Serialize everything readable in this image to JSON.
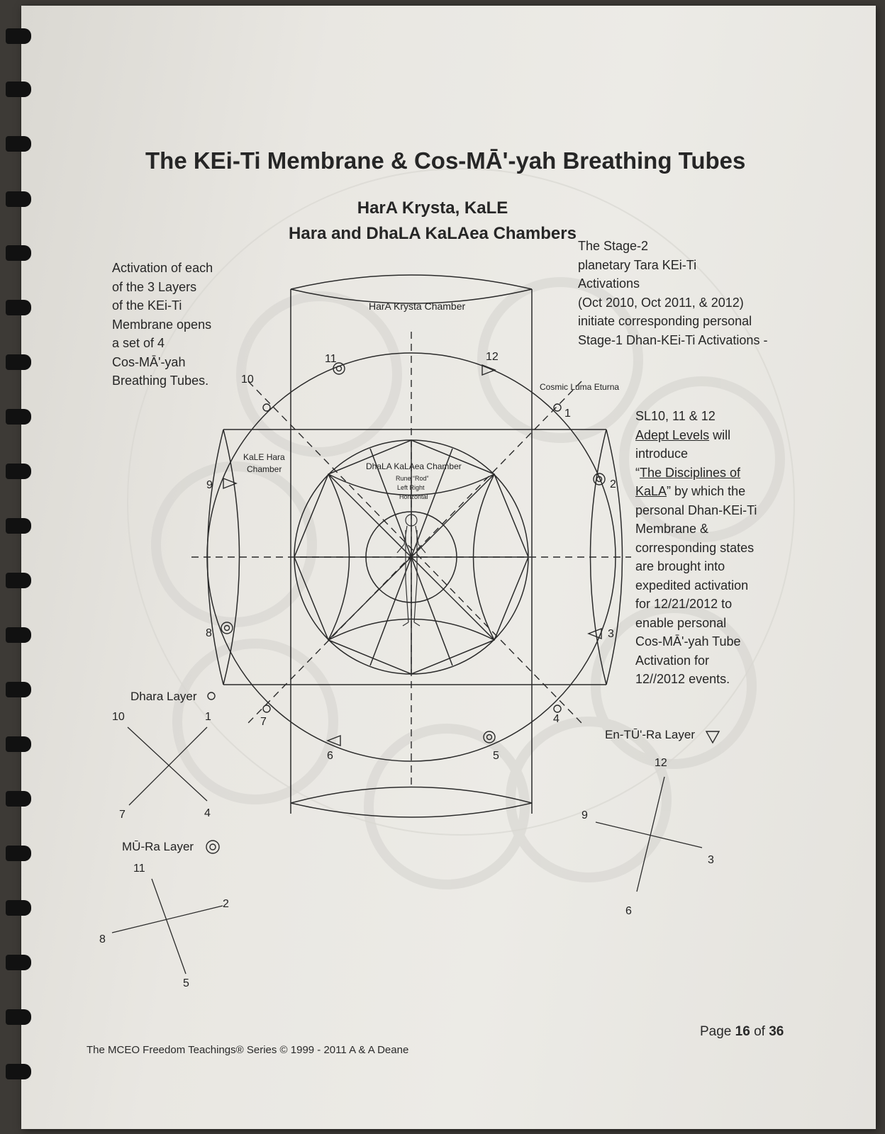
{
  "page_title": "The KEi-Ti Membrane & Cos-MĀ'-yah Breathing Tubes",
  "subtitle_line1": "HarA Krysta, KaLE",
  "subtitle_line2": "Hara and DhaLA KaLAea Chambers",
  "left_note": [
    "Activation of each",
    "of the 3 Layers",
    "of the KEi-Ti",
    "Membrane opens",
    "a set of 4",
    "Cos-MĀ'-yah",
    "Breathing Tubes."
  ],
  "top_right_note": [
    "The Stage-2",
    "planetary Tara KEi-Ti",
    "Activations",
    "(Oct 2010, Oct 2011, & 2012)",
    "initiate corresponding personal",
    "Stage-1 Dhan-KEi-Ti Activations -"
  ],
  "right_note": {
    "line1": "SL10, 11 & 12",
    "adept_levels": "Adept Levels",
    "will": " will",
    "introduce": "introduce",
    "open_quote": "“",
    "disciplines_part1": "The Disciplines of",
    "disciplines_part2": "KaLA",
    "close_quote_rest": "” by which the",
    "rest": [
      "personal Dhan-KEi-Ti",
      "Membrane &",
      "corresponding states",
      "are brought into",
      "expedited activation",
      "for 12/21/2012 to",
      "enable personal",
      "Cos-MĀ'-yah Tube",
      "Activation for",
      "12//2012 events."
    ]
  },
  "diagram": {
    "hara_krysta_chamber": "HarA Krysta Chamber",
    "kale_hara_chamber": [
      "KaLE Hara",
      "Chamber"
    ],
    "dhala_chamber": "DhaLA KaLAea Chamber",
    "rune_rod": [
      "Rune “Rod”",
      "Left  Right",
      "Horizontal"
    ],
    "cosmic_luma": "Cosmic Luma Eturna",
    "ring_numbers": [
      "1",
      "2",
      "3",
      "4",
      "5",
      "6",
      "7",
      "8",
      "9",
      "10",
      "11",
      "12"
    ]
  },
  "layers": {
    "dhara": {
      "label": "Dhara Layer",
      "numbers": [
        "10",
        "1",
        "7",
        "4"
      ]
    },
    "mura": {
      "label": "MŪ-Ra Layer",
      "numbers": [
        "11",
        "2",
        "8",
        "5"
      ]
    },
    "entura": {
      "label": "En-TŪ'-Ra Layer",
      "numbers": [
        "12",
        "9",
        "3",
        "6"
      ]
    }
  },
  "footer": "The MCEO Freedom Teachings® Series © 1999 - 2011 A & A Deane",
  "page_number": {
    "prefix": "Page ",
    "current": "16",
    "middle": " of ",
    "total": "36"
  }
}
